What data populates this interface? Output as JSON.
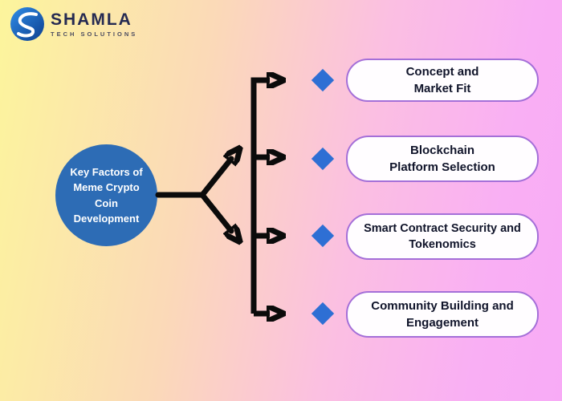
{
  "logo": {
    "brand": "SHAMLA",
    "subtitle": "TECH SOLUTIONS"
  },
  "center_node": {
    "line1": "Key Factors of",
    "line2": "Meme Crypto",
    "line3": "Coin",
    "line4": "Development"
  },
  "items": [
    {
      "line1": "Concept and",
      "line2": "Market Fit"
    },
    {
      "line1": "Blockchain",
      "line2": "Platform Selection"
    },
    {
      "line1": "Smart Contract Security and",
      "line2": "Tokenomics"
    },
    {
      "line1": "Community Building and",
      "line2": "Engagement"
    }
  ],
  "colors": {
    "circle_fill": "#2d6cb5",
    "diamond_fill": "#2e6fd4",
    "pill_border": "#a46fd8",
    "pill_fill": "#fffdff",
    "arrow": "#0b0b0b",
    "background_left": "#fcf59c",
    "background_right": "#f8abf6",
    "brand_text": "#252a52"
  }
}
